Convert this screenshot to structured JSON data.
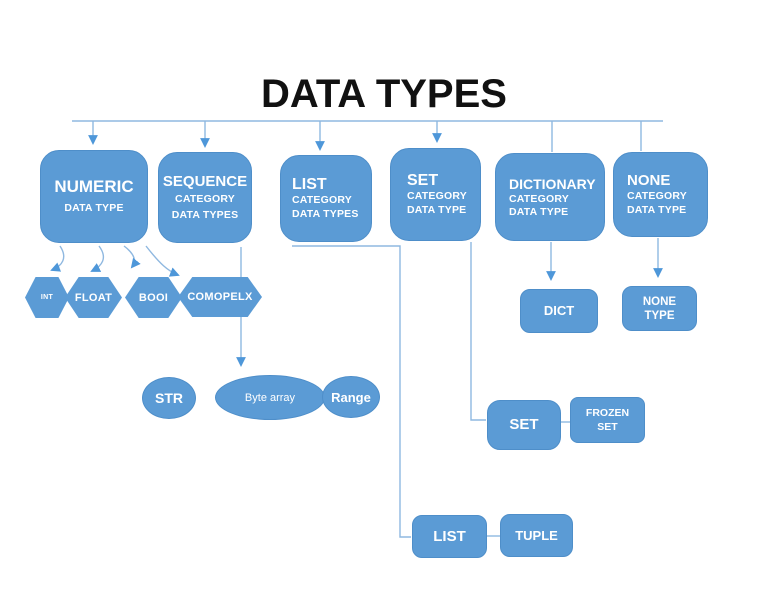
{
  "title": "DATA TYPES",
  "colors": {
    "node_fill": "#5b9bd5",
    "node_border": "#4e8ec9",
    "node_text": "#ffffff",
    "connector_line": "#8fb8e0",
    "arrowhead": "#4e97d9",
    "title_text": "#111111"
  },
  "categories": [
    {
      "label": "NUMERIC",
      "sub": [
        "DATA TYPE"
      ]
    },
    {
      "label": "SEQUENCE",
      "sub": [
        "CATEGORY",
        "DATA TYPES"
      ]
    },
    {
      "label": "LIST",
      "sub": [
        "CATEGORY",
        "DATA TYPES"
      ]
    },
    {
      "label": "SET",
      "sub": [
        "CATEGORY",
        "DATA TYPE"
      ]
    },
    {
      "label": "DICTIONARY",
      "sub": [
        "CATEGORY",
        "DATA TYPE"
      ]
    },
    {
      "label": "NONE",
      "sub": [
        "CATEGORY",
        "DATA TYPE"
      ]
    }
  ],
  "numeric_types": [
    {
      "label": "INT"
    },
    {
      "label": "FLOAT"
    },
    {
      "label": "BOOI"
    },
    {
      "label": "COMOPELX"
    }
  ],
  "sequence_types": [
    {
      "label": "STR"
    },
    {
      "label": "Byte array"
    },
    {
      "label": "Range"
    }
  ],
  "set_types": [
    {
      "label": "SET"
    },
    {
      "lines": [
        "FROZEN",
        "SET"
      ]
    }
  ],
  "list_types": [
    {
      "label": "LIST"
    },
    {
      "label": "TUPLE"
    }
  ],
  "dictionary_types": [
    {
      "label": "DICT"
    }
  ],
  "none_types": [
    {
      "lines": [
        "NONE",
        "TYPE"
      ]
    }
  ]
}
